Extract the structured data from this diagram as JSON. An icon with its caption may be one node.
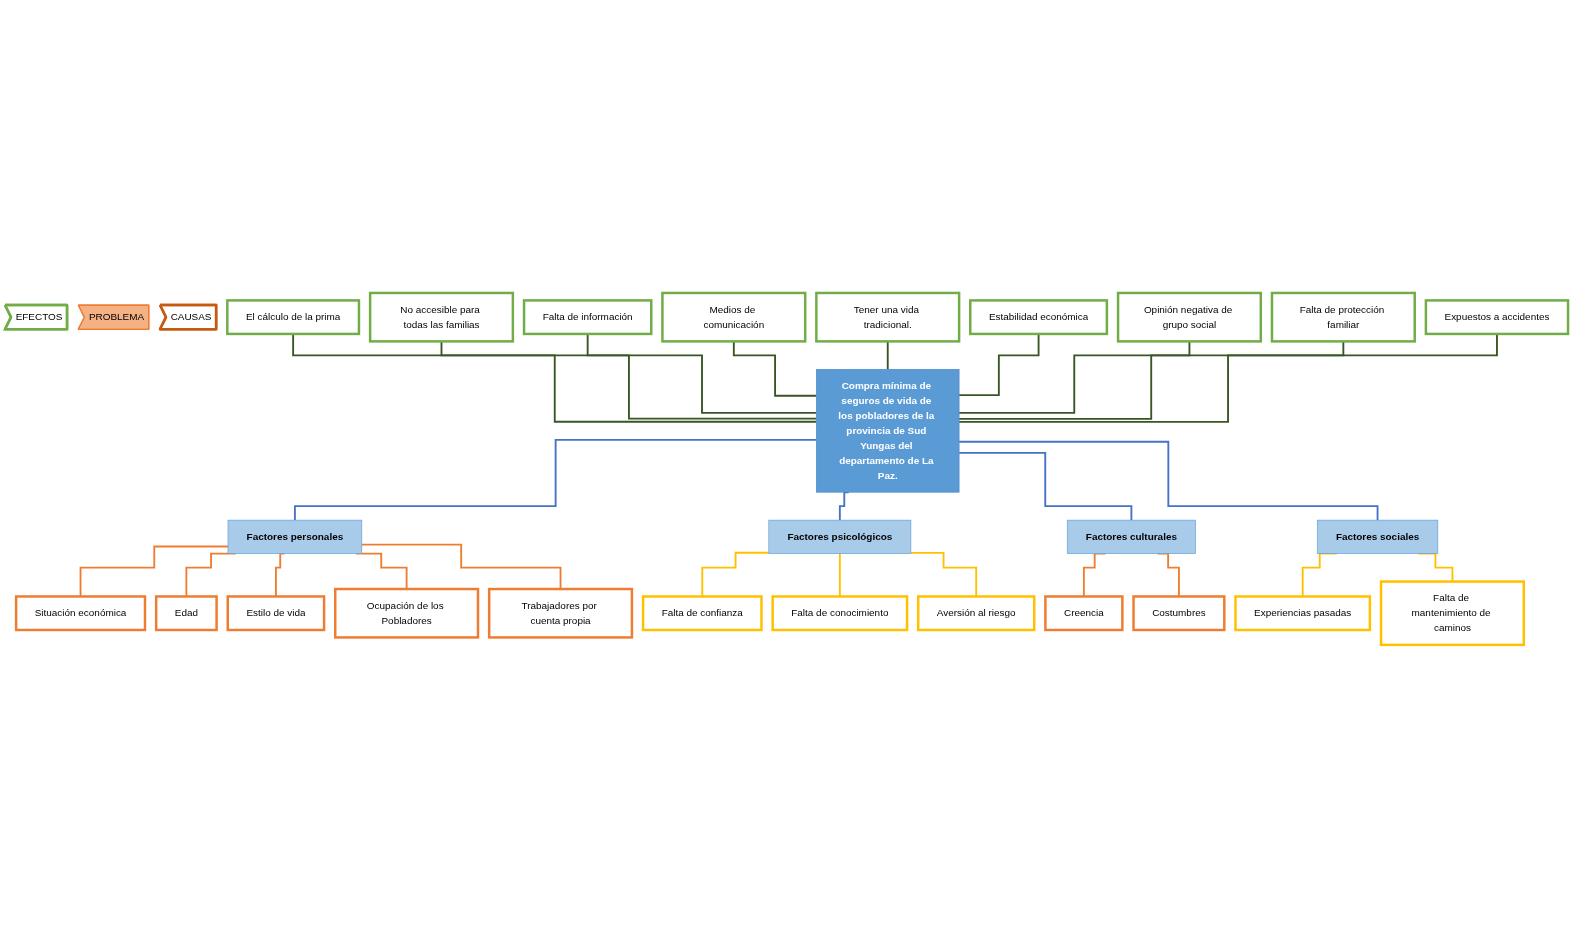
{
  "diagram": {
    "nodes": [
      {
        "text": [
          "EFECTOS"
        ]
      },
      {
        "text": [
          "PROBLEMA"
        ]
      },
      {
        "text": [
          "CAUSAS"
        ]
      },
      {
        "text": [
          "Compra mínima de seguros de vida de los pobladores de la provincia de Sud Yungas del departamento de La Paz."
        ]
      },
      {
        "text": [
          "No accesible para todas las familias"
        ]
      },
      {
        "text": [
          "Medios de comunicación"
        ]
      },
      {
        "text": [
          "Estabilidad económica"
        ]
      },
      {
        "text": [
          "Falta de protección familiar"
        ]
      },
      {
        "text": [
          "El cálculo de la prima"
        ]
      },
      {
        "text": [
          "Falta de información"
        ]
      },
      {
        "text": [
          "Tener una vida tradicional."
        ]
      },
      {
        "text": [
          "Opinión negativa de grupo social"
        ]
      },
      {
        "text": [
          "Expuestos a accidentes"
        ]
      },
      {
        "text": [
          "Factores personales"
        ]
      },
      {
        "text": [
          "Factores psicológicos"
        ]
      },
      {
        "text": [
          "Factores culturales"
        ]
      },
      {
        "text": [
          "Factores sociales"
        ]
      },
      {
        "text": [
          "Situación económica"
        ]
      },
      {
        "text": [
          "Edad"
        ]
      },
      {
        "text": [
          "Estilo de vida"
        ]
      },
      {
        "text": [
          "Ocupación de los Pobladores"
        ]
      },
      {
        "text": [
          "Trabajadores por cuenta propia"
        ]
      },
      {
        "text": [
          "Falta de confianza"
        ]
      },
      {
        "text": [
          "Falta de conocimiento"
        ]
      },
      {
        "text": [
          "Aversión al riesgo"
        ]
      },
      {
        "text": [
          "Creencia"
        ]
      },
      {
        "text": [
          "Costumbres"
        ]
      },
      {
        "text": [
          "Experiencias pasadas"
        ]
      },
      {
        "text": [
          "Falta de mantenimiento de caminos"
        ]
      }
    ],
    "edges": [
      {
        "from": 8,
        "to": 3,
        "arrow": "none"
      },
      {
        "from": 4,
        "to": 3,
        "arrow": "none"
      },
      {
        "from": 9,
        "to": 3,
        "arrow": "none"
      },
      {
        "from": 5,
        "to": 3,
        "arrow": "none"
      },
      {
        "from": 10,
        "to": 3,
        "arrow": "none"
      },
      {
        "from": 6,
        "to": 3,
        "arrow": "none"
      },
      {
        "from": 11,
        "to": 3,
        "arrow": "none"
      },
      {
        "from": 7,
        "to": 3,
        "arrow": "none"
      },
      {
        "from": 12,
        "to": 3,
        "arrow": "none"
      },
      {
        "from": 3,
        "to": 13,
        "arrow": "none",
        "color": "#4472c4"
      },
      {
        "from": 3,
        "to": 14,
        "arrow": "none",
        "color": "#4472c4"
      },
      {
        "from": 3,
        "to": 15,
        "arrow": "none",
        "color": "#4472c4"
      },
      {
        "from": 3,
        "to": 16,
        "arrow": "none",
        "color": "#4472c4"
      },
      {
        "from": 13,
        "to": 17,
        "arrow": "none",
        "color": "#ed7d31"
      },
      {
        "from": 13,
        "to": 18,
        "arrow": "none",
        "color": "#ed7d31"
      },
      {
        "from": 13,
        "to": 19,
        "arrow": "none",
        "color": "#ed7d31"
      },
      {
        "from": 13,
        "to": 20,
        "arrow": "none",
        "color": "#ed7d31"
      },
      {
        "from": 13,
        "to": 21,
        "arrow": "none",
        "color": "#ed7d31"
      },
      {
        "from": 14,
        "to": 22,
        "arrow": "none",
        "color": "#ffc000"
      },
      {
        "from": 14,
        "to": 23,
        "arrow": "none",
        "color": "#ffc000"
      },
      {
        "from": 14,
        "to": 24,
        "arrow": "none",
        "color": "#ffc000"
      },
      {
        "from": 15,
        "to": 25,
        "arrow": "none",
        "color": "#ed7d31"
      },
      {
        "from": 15,
        "to": 26,
        "arrow": "none",
        "color": "#ed7d31"
      },
      {
        "from": 16,
        "to": 27,
        "arrow": "none",
        "color": "#ffc000"
      },
      {
        "from": 16,
        "to": 28,
        "arrow": "none",
        "color": "#ffc000"
      }
    ]
  }
}
